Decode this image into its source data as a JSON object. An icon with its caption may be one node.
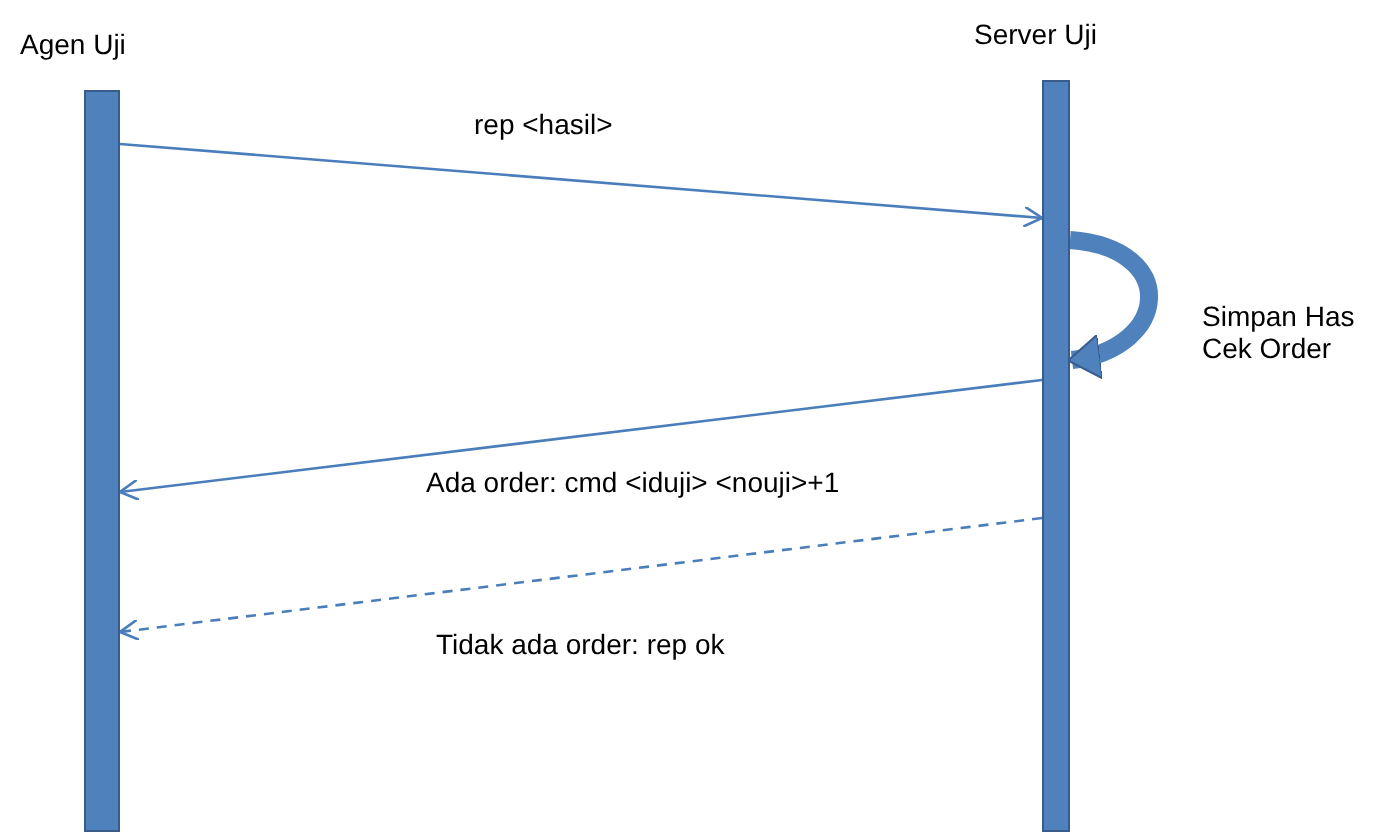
{
  "diagram": {
    "nodes": [
      {
        "text": [
          "Agen Uji"
        ]
      },
      {
        "text": [
          "Server Uji"
        ]
      }
    ],
    "edges": [
      {
        "from": 0,
        "to": 1,
        "arrow": "to",
        "label": "rep <hasil>"
      },
      {
        "from": 1,
        "to": 1,
        "arrow": "to",
        "style": "thick",
        "label": "Simpan Has Cek Order"
      },
      {
        "from": 1,
        "to": 0,
        "arrow": "to",
        "label": "Ada order: cmd <iduji> <nouji>+1"
      },
      {
        "from": 1,
        "to": 0,
        "arrow": "to",
        "style": "dashed",
        "label": "Tidak ada order: rep ok"
      }
    ]
  }
}
